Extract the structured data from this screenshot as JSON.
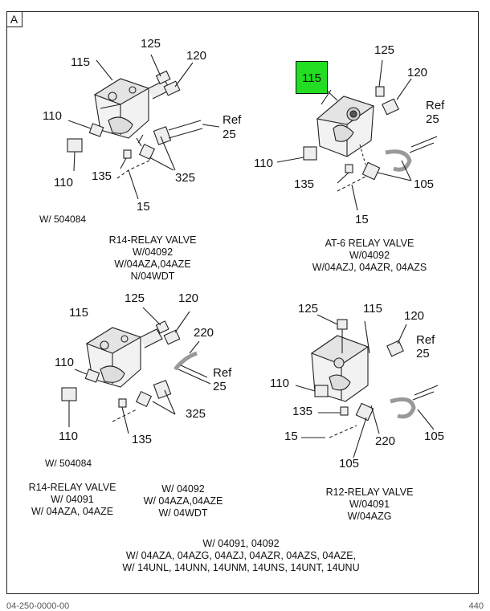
{
  "frame_tag": "A",
  "panels": [
    {
      "id": "tl",
      "labels": {
        "p115": "115",
        "p125": "125",
        "p120": "120",
        "p110": "110",
        "ref": "Ref",
        "p25": "25",
        "p110b": "110",
        "p135": "135",
        "p325": "325",
        "p15": "15"
      },
      "note": "W/ 504084",
      "caption": [
        "R14-RELAY VALVE",
        "W/04092",
        "W/04AZA,04AZE",
        "N/04WDT"
      ]
    },
    {
      "id": "tr",
      "labels": {
        "p115": "115",
        "p125": "125",
        "p120": "120",
        "ref": "Ref",
        "p25": "25",
        "p110": "110",
        "p135": "135",
        "p105": "105",
        "p15": "15"
      },
      "highlight": "115",
      "highlight_color": "#22dd22",
      "caption": [
        "AT-6 RELAY VALVE",
        "W/04092",
        "W/04AZJ, 04AZR, 04AZS"
      ]
    },
    {
      "id": "bl",
      "labels": {
        "p115": "115",
        "p125": "125",
        "p120": "120",
        "p220": "220",
        "p110": "110",
        "ref": "Ref",
        "p25": "25",
        "p325": "325",
        "p110b": "110",
        "p135": "135"
      },
      "note": "W/ 504084",
      "caption": [
        "R14-RELAY VALVE",
        "W/ 04091",
        "W/ 04AZA, 04AZE"
      ],
      "caption2": [
        "W/ 04092",
        "W/ 04AZA,04AZE",
        "W/ 04WDT"
      ]
    },
    {
      "id": "br",
      "labels": {
        "p125": "125",
        "p115": "115",
        "p120": "120",
        "ref": "Ref",
        "p25": "25",
        "p110": "110",
        "p135": "135",
        "p15": "15",
        "p220": "220",
        "p105": "105",
        "p105b": "105"
      },
      "caption": [
        "R12-RELAY VALVE",
        "W/04091",
        "W/04AZG"
      ]
    }
  ],
  "footer_caption": [
    "W/ 04091, 04092",
    "W/ 04AZA, 04AZG, 04AZJ, 04AZR, 04AZS, 04AZE,",
    "W/ 14UNL, 14UNN, 14UNM, 14UNS, 14UNT, 14UNU"
  ],
  "footer_left": "04-250-0000-00",
  "footer_right": "440"
}
